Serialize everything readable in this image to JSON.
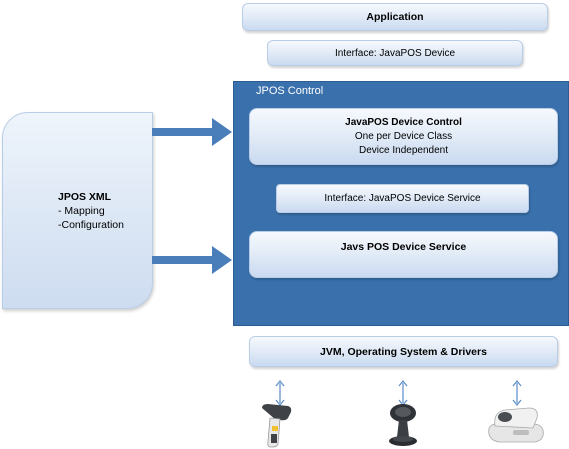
{
  "application": {
    "label": "Application"
  },
  "interface_device": {
    "label": "Interface: JavaPOS Device"
  },
  "jpos_control": {
    "title": "JPOS Control",
    "device_control": {
      "title": "JavaPOS Device Control",
      "line1": "One per Device Class",
      "line2": "Device Independent"
    },
    "interface_service": {
      "label": "Interface: JavaPOS Device Service"
    },
    "device_service": {
      "label": "Javs POS Device Service"
    }
  },
  "jpos_xml": {
    "title": "JPOS XML",
    "items": [
      "- Mapping",
      "-Configuration"
    ]
  },
  "jvm": {
    "label": "JVM, Operating System & Drivers"
  },
  "colors": {
    "container": "#3a71ad",
    "arrow": "#4a7ebb",
    "box_light": "#f6f9fd",
    "box_dark": "#c9daf0"
  },
  "devices": [
    "handheld-scanner-icon",
    "presentation-scanner-icon",
    "cordless-scanner-cradle-icon"
  ]
}
